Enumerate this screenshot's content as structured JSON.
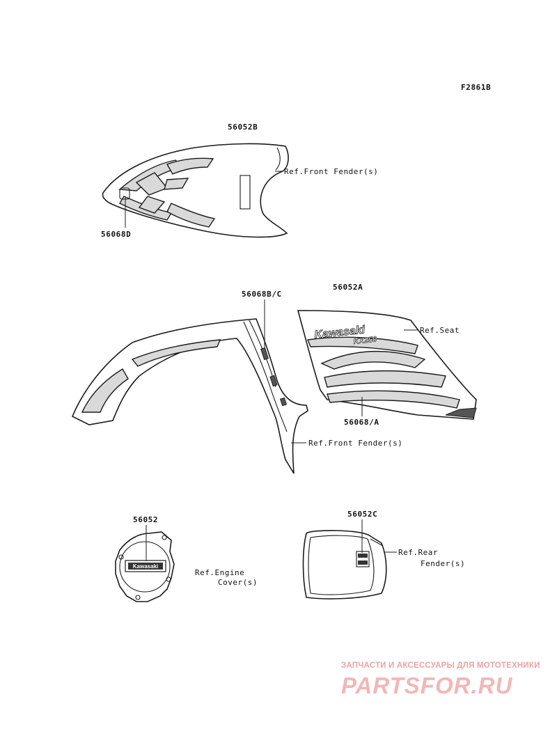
{
  "figure_code": "F2861B",
  "parts": {
    "shroud_center_decal": "56052B",
    "shroud_center_emblem": "56068D",
    "side_fender_decal": "56068B/C",
    "side_cover_decal": "56052A",
    "side_cover_stripe": "56068/A",
    "engine_cover_decal": "56052",
    "rear_decal": "56052C"
  },
  "references": {
    "front_fender_top": "Ref.Front Fender(s)",
    "seat": "Ref.Seat",
    "front_fender_side": "Ref.Front Fender(s)",
    "engine_cover_line1": "Ref.Engine",
    "engine_cover_line2": "Cover(s)",
    "rear_fender_line1": "Ref.Rear",
    "rear_fender_line2": "Fender(s)"
  },
  "decal_text": {
    "brand": "Kawasaki",
    "model": "KX250"
  },
  "watermark": {
    "tagline": "ЗАПЧАСТИ И АКСЕССУАРЫ ДЛЯ МОТОТЕХНИКИ",
    "site": "PARTSFOR.RU"
  }
}
